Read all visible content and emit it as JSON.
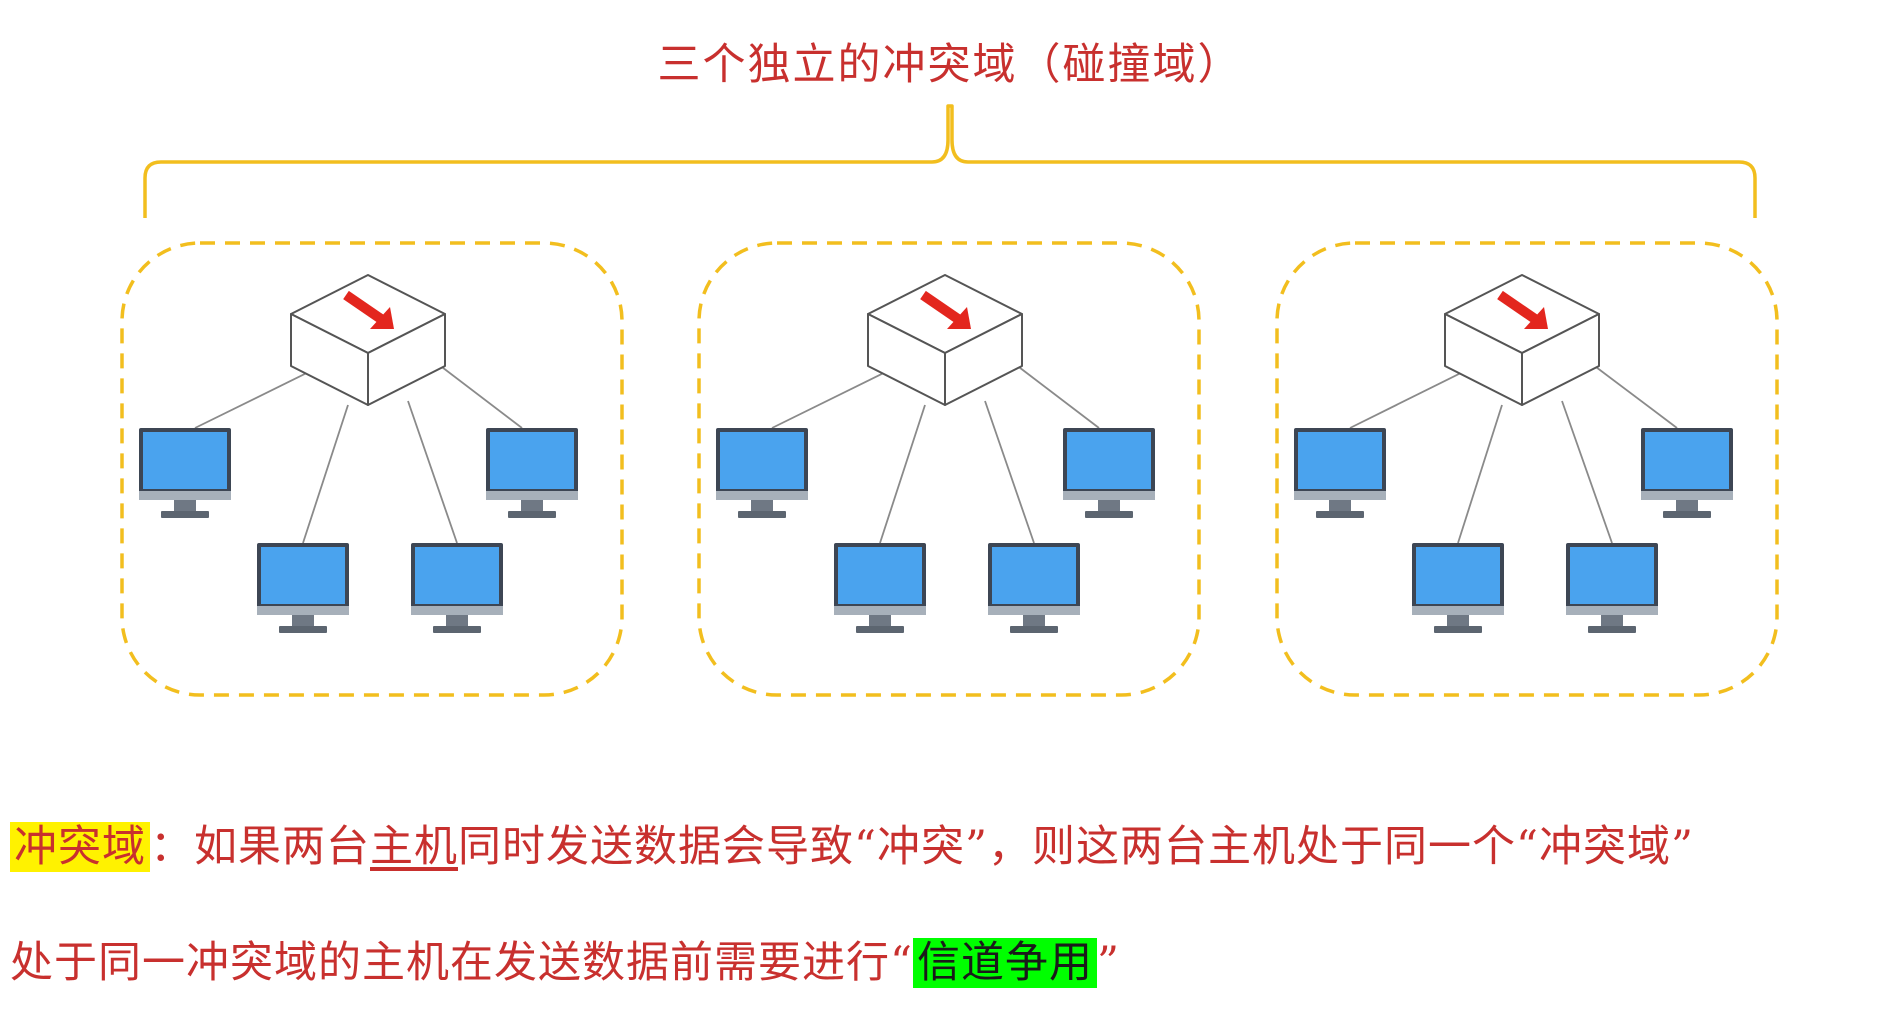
{
  "title": "三个独立的冲突域（碰撞域）",
  "colors": {
    "accent_red": "#c8302e",
    "domain_border": "#f2be1e",
    "highlight_yellow": "#fff200",
    "highlight_green": "#00ff00",
    "monitor_screen": "#4aa3ee",
    "hub_arrow": "#e3261e"
  },
  "icons": [
    "hub-icon",
    "computer-icon",
    "arrow-icon"
  ],
  "domains": [
    {
      "hosts": 4
    },
    {
      "hosts": 4
    },
    {
      "hosts": 4
    }
  ],
  "definition": {
    "term": "冲突域",
    "colon": "：",
    "part1": "如果两台",
    "host": "主机",
    "part2": "同时发送数据会导致“冲突”，则这两台主机处于同一个“冲突域”"
  },
  "note": {
    "prefix": "处于同一冲突域的主机在发送数据前需要进行“",
    "highlight": "信道争用",
    "suffix": "”"
  }
}
